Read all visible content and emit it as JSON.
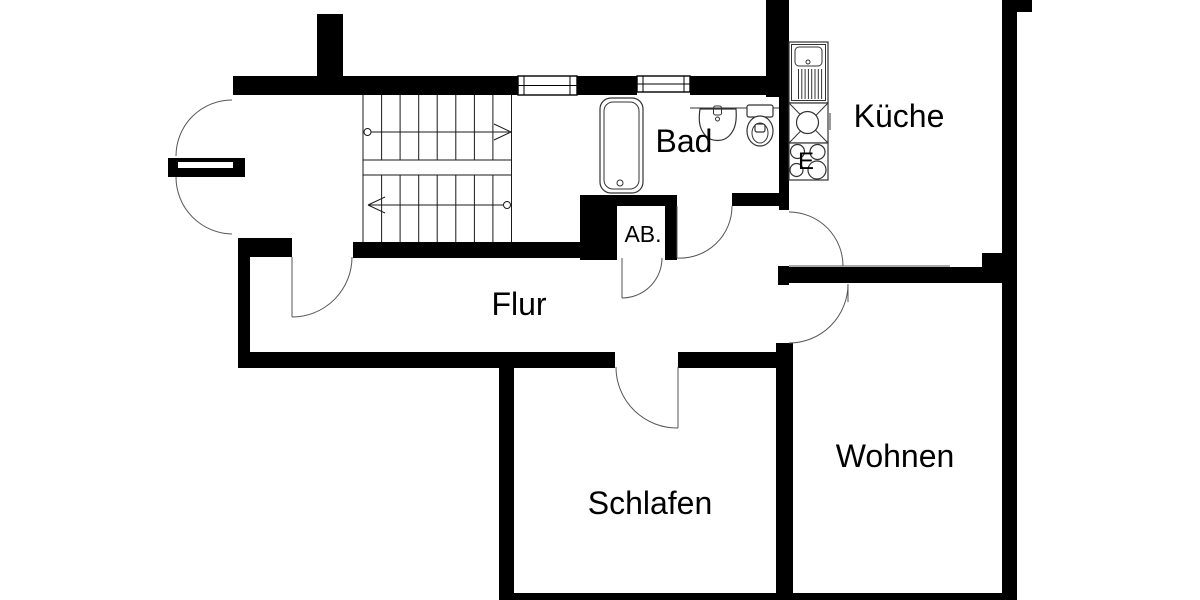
{
  "plan": {
    "type": "apartment-floor-plan",
    "rooms": {
      "kueche": {
        "label": "Küche"
      },
      "bad": {
        "label": "Bad"
      },
      "abstell": {
        "label": "AB."
      },
      "flur": {
        "label": "Flur"
      },
      "schlafen": {
        "label": "Schlafen"
      },
      "wohnen": {
        "label": "Wohnen"
      }
    },
    "fixtures": {
      "stove_label": "E",
      "items": [
        "staircase",
        "bathtub",
        "washbasin",
        "toilet",
        "kitchen-sink",
        "refrigerator",
        "stove",
        "windows",
        "door-swings"
      ]
    },
    "colors": {
      "wall": "#000000",
      "line": "#333333",
      "arc": "#555555",
      "background": "#ffffff"
    }
  }
}
